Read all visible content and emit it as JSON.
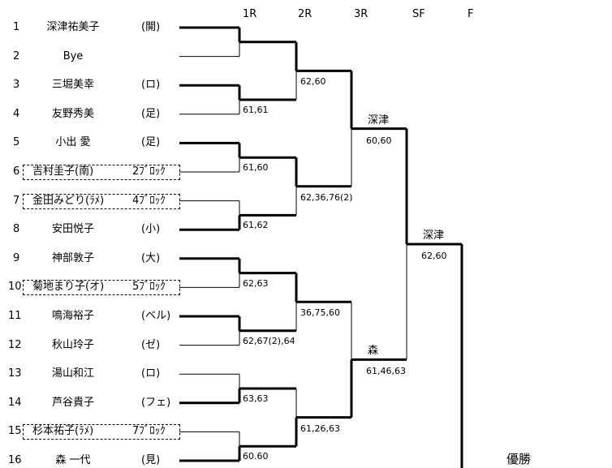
{
  "rounds": [
    "1R",
    "2R",
    "3R",
    "SF",
    "F"
  ],
  "players": [
    {
      "no": "1",
      "name": "深津祐美子",
      "club": "(開)"
    },
    {
      "no": "2",
      "name": "Bye",
      "club": ""
    },
    {
      "no": "3",
      "name": "三堀美幸",
      "club": "(ロ)"
    },
    {
      "no": "4",
      "name": "友野秀美",
      "club": "(足)"
    },
    {
      "no": "5",
      "name": "小出 愛",
      "club": "(足)"
    },
    {
      "no": "6",
      "name": "吉村圭子(南)",
      "club": "2ﾌﾞﾛｯｸ",
      "qualifier": true
    },
    {
      "no": "7",
      "name": "金田みどり(ﾗﾒ)",
      "club": "4ﾌﾞﾛｯｸ",
      "qualifier": true
    },
    {
      "no": "8",
      "name": "安田悦子",
      "club": "(小)"
    },
    {
      "no": "9",
      "name": "神部敦子",
      "club": "(大)"
    },
    {
      "no": "10",
      "name": "菊地まり子(オ)",
      "club": "5ﾌﾞﾛｯｸ",
      "qualifier": true
    },
    {
      "no": "11",
      "name": "鳴海裕子",
      "club": "(ベル)"
    },
    {
      "no": "12",
      "name": "秋山玲子",
      "club": "(ゼ)"
    },
    {
      "no": "13",
      "name": "湯山和江",
      "club": "(ロ)"
    },
    {
      "no": "14",
      "name": "芦谷貴子",
      "club": "(フェ)"
    },
    {
      "no": "15",
      "name": "杉本祐子(ﾗﾒ)",
      "club": "7ﾌﾞﾛｯｸ",
      "qualifier": true
    },
    {
      "no": "16",
      "name": "森 一代",
      "club": "(見)"
    }
  ],
  "scores": {
    "r1": [
      "",
      "61,61",
      "61,60",
      "61,62",
      "62,63",
      "62,67(2),64",
      "63,63",
      "60.60"
    ],
    "r2": [
      "62,60",
      "62,36,76(2)",
      "36,75,60",
      "61,26,63"
    ],
    "r3": [
      {
        "winner": "深津",
        "score": "60,60"
      },
      {
        "winner": "森",
        "score": "61,46,63"
      }
    ],
    "sf": {
      "winner": "深津",
      "score": "62,60"
    }
  },
  "champion_label": "優勝"
}
